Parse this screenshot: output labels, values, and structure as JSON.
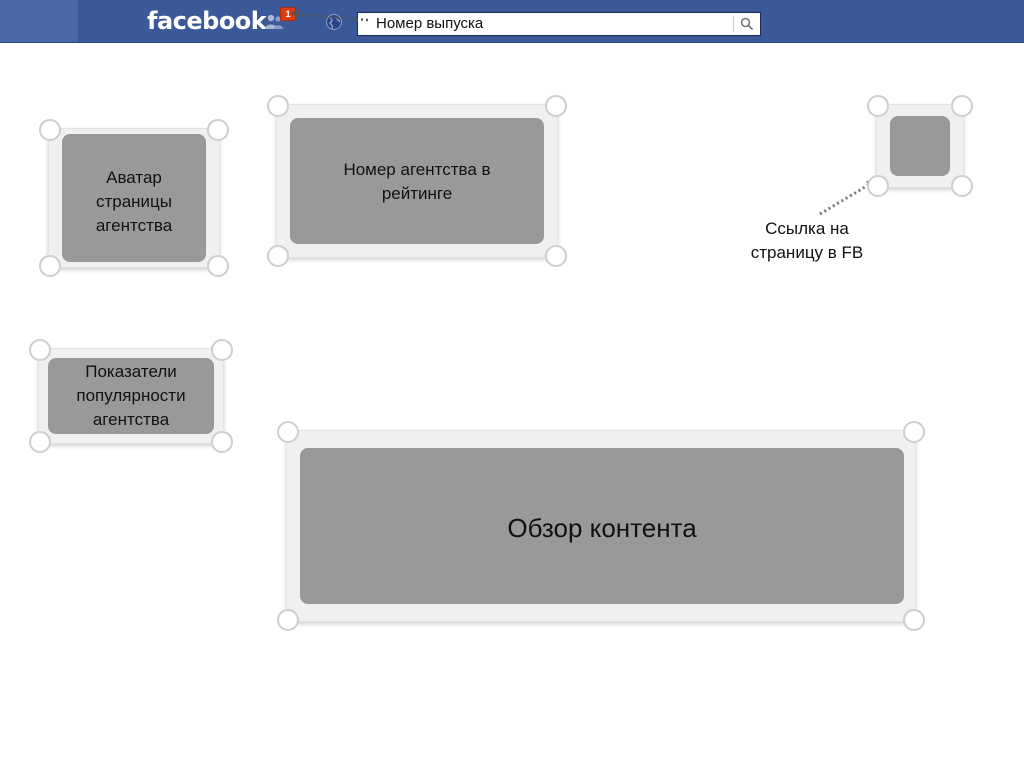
{
  "topbar": {
    "logo": "facebook",
    "notification_count": "1",
    "search_value": "Номер выпуска",
    "colors": {
      "bar": "#3b5998",
      "badge": "#dd3c10"
    }
  },
  "boxes": {
    "avatar": "Аватар страницы агентства",
    "rank": "Номер агентства в рейтинге",
    "popularity": "Показатели популярности агентства",
    "content": "Обзор контента"
  },
  "annotations": {
    "fb_link": "Ссылка на страницу в FB"
  },
  "icons": {
    "friends": "friends-icon",
    "globe": "globe-icon",
    "search": "search-icon"
  },
  "colors": {
    "placeholder": "#999999",
    "frame": "#f1efef"
  }
}
